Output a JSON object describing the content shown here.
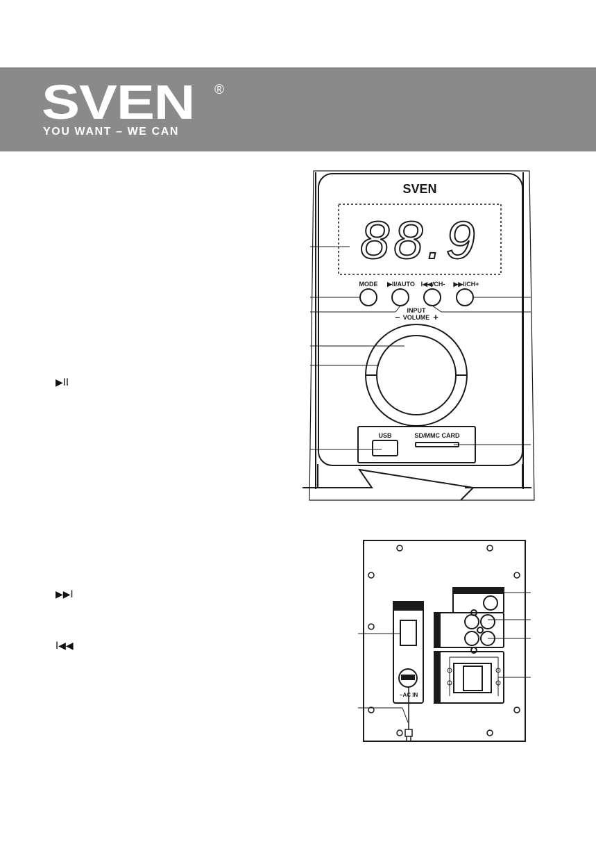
{
  "brand": {
    "logo_text": "SVEN",
    "registered_mark": "®",
    "slogan": "YOU WANT – WE CAN"
  },
  "front_panel": {
    "brand_label": "SVEN",
    "display_value": "88.9",
    "buttons": [
      "MODE",
      "▶II/AUTO",
      "I◀◀/CH-",
      "▶▶I/CH+"
    ],
    "knob_label_top": "INPUT",
    "knob_label_volume": "VOLUME",
    "knob_minus": "–",
    "knob_plus": "+",
    "usb_label": "USB",
    "card_label": "SD/MMC CARD"
  },
  "rear_panel": {
    "ac_in_label": "~AC IN"
  },
  "side_icons": {
    "play_pause": "▶II",
    "next": "▶▶I",
    "prev": "I◀◀"
  },
  "colors": {
    "banner": "#8a8a8a",
    "line": "#1a1a1a"
  }
}
